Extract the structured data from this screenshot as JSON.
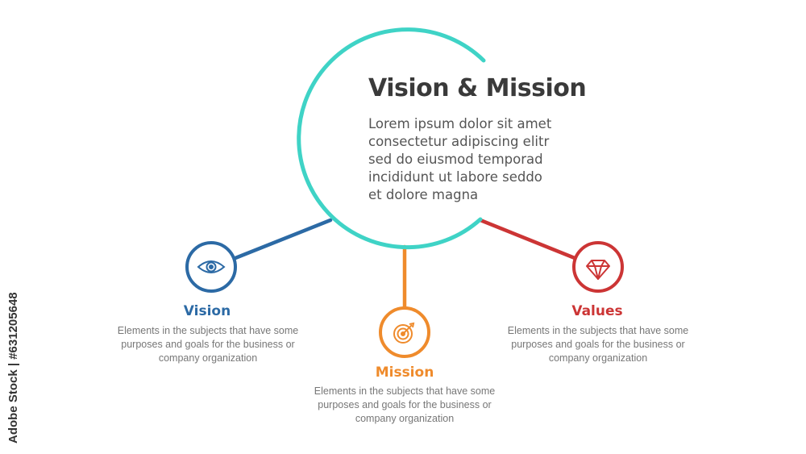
{
  "header": {
    "title": "Vision & Mission",
    "body": "Lorem ipsum dolor sit amet\nconsectetur adipiscing elitr\nsed do eiusmod temporad\nincididunt ut labore  seddo\net dolore magna"
  },
  "nodes": [
    {
      "title": "Vision",
      "description": "Elements in the subjects that have some\npurposes and goals for the business or\ncompany organization",
      "color": "#2c6aa5",
      "icon": "eye-icon"
    },
    {
      "title": "Mission",
      "description": "Elements in the subjects that have some\npurposes and goals for the business or\ncompany organization",
      "color": "#ef8b2c",
      "icon": "target-arrow-icon"
    },
    {
      "title": "Values",
      "description": "Elements in the subjects that have some\npurposes and goals for the business or\ncompany organization",
      "color": "#cc3535",
      "icon": "diamond-icon"
    }
  ],
  "colors": {
    "main_ring": "#3fd3c6",
    "text_dark": "#3a3a3a",
    "text_muted": "#777777"
  },
  "watermark": {
    "text": "Adobe Stock | #631205648"
  }
}
